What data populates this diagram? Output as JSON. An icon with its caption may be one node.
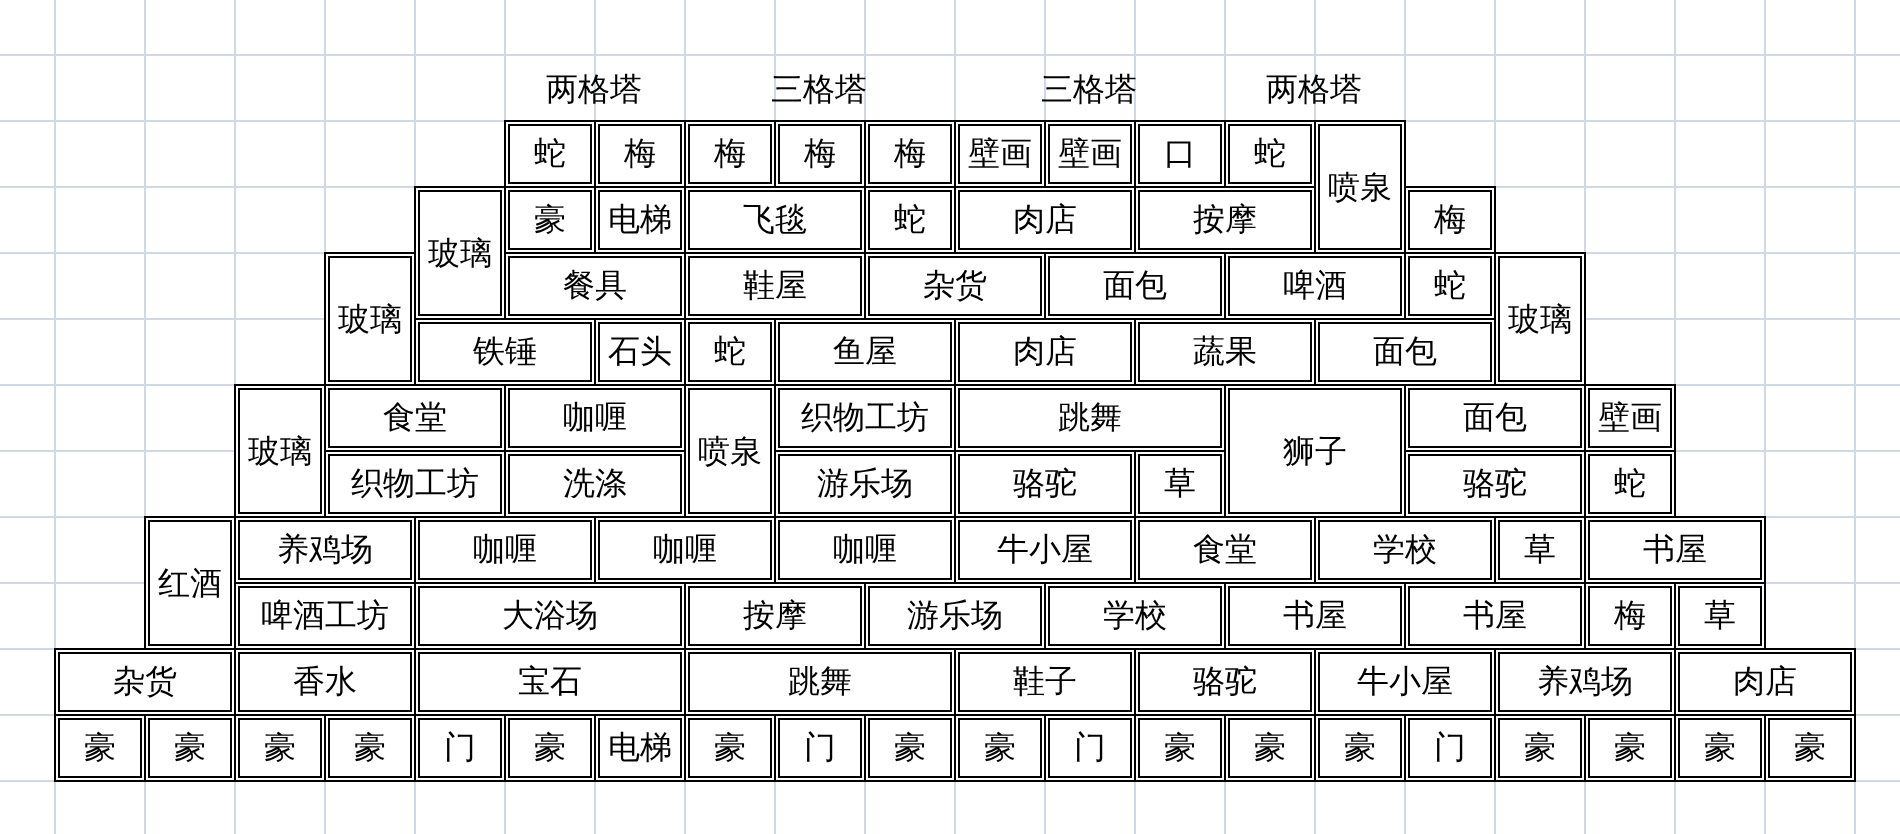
{
  "diagram": {
    "nodes": [
      {
        "text": [
          "蛇"
        ]
      },
      {
        "text": [
          "梅"
        ]
      },
      {
        "text": [
          "梅"
        ]
      },
      {
        "text": [
          "梅"
        ]
      },
      {
        "text": [
          "梅"
        ]
      },
      {
        "text": [
          "壁画"
        ]
      },
      {
        "text": [
          "壁画"
        ]
      },
      {
        "text": [
          "口"
        ]
      },
      {
        "text": [
          "蛇"
        ]
      },
      {
        "text": [
          "喷泉"
        ]
      },
      {
        "text": [
          "玻璃"
        ]
      },
      {
        "text": [
          "豪"
        ]
      },
      {
        "text": [
          "电梯"
        ]
      },
      {
        "text": [
          "飞毯"
        ]
      },
      {
        "text": [
          "蛇"
        ]
      },
      {
        "text": [
          "肉店"
        ]
      },
      {
        "text": [
          "按摩"
        ]
      },
      {
        "text": [
          "梅"
        ]
      },
      {
        "text": [
          "玻璃"
        ]
      },
      {
        "text": [
          "餐具"
        ]
      },
      {
        "text": [
          "鞋屋"
        ]
      },
      {
        "text": [
          "杂货"
        ]
      },
      {
        "text": [
          "面包"
        ]
      },
      {
        "text": [
          "啤酒"
        ]
      },
      {
        "text": [
          "蛇"
        ]
      },
      {
        "text": [
          "玻璃"
        ]
      },
      {
        "text": [
          "铁锤"
        ]
      },
      {
        "text": [
          "石头"
        ]
      },
      {
        "text": [
          "蛇"
        ]
      },
      {
        "text": [
          "鱼屋"
        ]
      },
      {
        "text": [
          "肉店"
        ]
      },
      {
        "text": [
          "蔬果"
        ]
      },
      {
        "text": [
          "面包"
        ]
      },
      {
        "text": [
          "玻璃"
        ]
      },
      {
        "text": [
          "食堂"
        ]
      },
      {
        "text": [
          "咖喱"
        ]
      },
      {
        "text": [
          "喷泉"
        ]
      },
      {
        "text": [
          "织物工坊"
        ]
      },
      {
        "text": [
          "跳舞"
        ]
      },
      {
        "text": [
          "狮子"
        ]
      },
      {
        "text": [
          "面包"
        ]
      },
      {
        "text": [
          "壁画"
        ]
      },
      {
        "text": [
          "织物工坊"
        ]
      },
      {
        "text": [
          "洗涤"
        ]
      },
      {
        "text": [
          "游乐场"
        ]
      },
      {
        "text": [
          "骆驼"
        ]
      },
      {
        "text": [
          "草"
        ]
      },
      {
        "text": [
          "骆驼"
        ]
      },
      {
        "text": [
          "蛇"
        ]
      },
      {
        "text": [
          "红酒"
        ]
      },
      {
        "text": [
          "养鸡场"
        ]
      },
      {
        "text": [
          "咖喱"
        ]
      },
      {
        "text": [
          "咖喱"
        ]
      },
      {
        "text": [
          "咖喱"
        ]
      },
      {
        "text": [
          "牛小屋"
        ]
      },
      {
        "text": [
          "食堂"
        ]
      },
      {
        "text": [
          "学校"
        ]
      },
      {
        "text": [
          "草"
        ]
      },
      {
        "text": [
          "书屋"
        ]
      },
      {
        "text": [
          "啤酒工坊"
        ]
      },
      {
        "text": [
          "大浴场"
        ]
      },
      {
        "text": [
          "按摩"
        ]
      },
      {
        "text": [
          "游乐场"
        ]
      },
      {
        "text": [
          "学校"
        ]
      },
      {
        "text": [
          "书屋"
        ]
      },
      {
        "text": [
          "书屋"
        ]
      },
      {
        "text": [
          "梅"
        ]
      },
      {
        "text": [
          "草"
        ]
      },
      {
        "text": [
          "杂货"
        ]
      },
      {
        "text": [
          "香水"
        ]
      },
      {
        "text": [
          "宝石"
        ]
      },
      {
        "text": [
          "跳舞"
        ]
      },
      {
        "text": [
          "鞋子"
        ]
      },
      {
        "text": [
          "骆驼"
        ]
      },
      {
        "text": [
          "牛小屋"
        ]
      },
      {
        "text": [
          "养鸡场"
        ]
      },
      {
        "text": [
          "肉店"
        ]
      },
      {
        "text": [
          "豪"
        ]
      },
      {
        "text": [
          "豪"
        ]
      },
      {
        "text": [
          "豪"
        ]
      },
      {
        "text": [
          "豪"
        ]
      },
      {
        "text": [
          "门"
        ]
      },
      {
        "text": [
          "豪"
        ]
      },
      {
        "text": [
          "电梯"
        ]
      },
      {
        "text": [
          "豪"
        ]
      },
      {
        "text": [
          "门"
        ]
      },
      {
        "text": [
          "豪"
        ]
      },
      {
        "text": [
          "豪"
        ]
      },
      {
        "text": [
          "门"
        ]
      },
      {
        "text": [
          "豪"
        ]
      },
      {
        "text": [
          "豪"
        ]
      },
      {
        "text": [
          "豪"
        ]
      },
      {
        "text": [
          "门"
        ]
      },
      {
        "text": [
          "豪"
        ]
      },
      {
        "text": [
          "豪"
        ]
      },
      {
        "text": [
          "豪"
        ]
      },
      {
        "text": [
          "豪"
        ]
      }
    ],
    "labels": [
      "两格塔",
      "三格塔",
      "三格塔",
      "两格塔"
    ]
  }
}
